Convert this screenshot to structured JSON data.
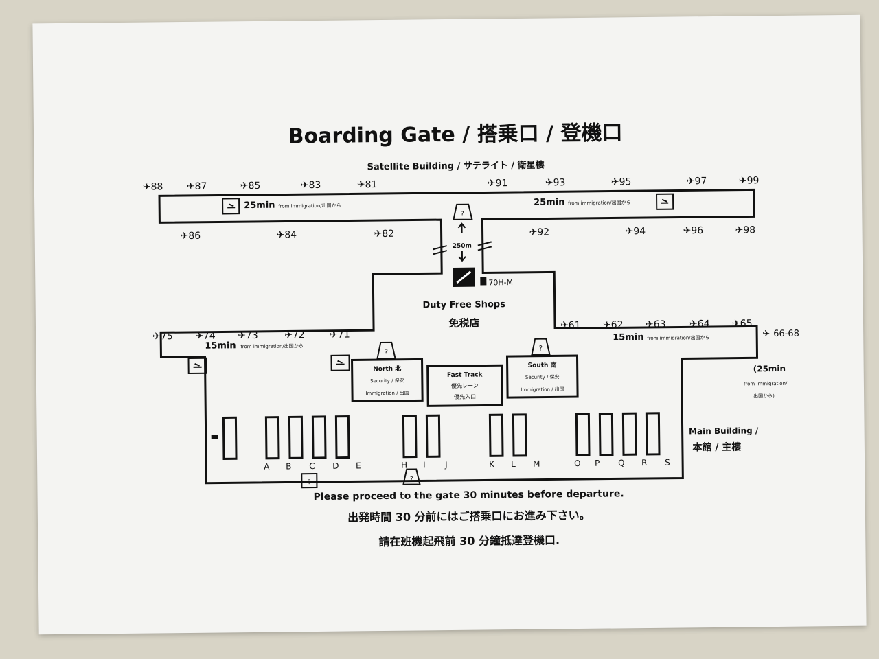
{
  "title": "Boarding Gate / 搭乗口 / 登機口",
  "satellite_label": "Satellite Building / サテライト / 衛星樓",
  "satellite_gates_top": [
    "88",
    "87",
    "85",
    "83",
    "81",
    "91",
    "93",
    "95",
    "97",
    "99"
  ],
  "satellite_gates_bottom": [
    "86",
    "84",
    "82",
    "92",
    "94",
    "96",
    "98"
  ],
  "satellite_time_left": "25min",
  "satellite_time_right": "25min",
  "from_immigration": "from immigration/出国から",
  "connector_distance": "250m",
  "train_label": "70H-M",
  "duty_free_en": "Duty Free Shops",
  "duty_free_ja": "免税店",
  "main_gates_left": [
    "75",
    "74",
    "73",
    "72",
    "71"
  ],
  "main_gates_right": [
    "61",
    "62",
    "63",
    "64",
    "65"
  ],
  "gates_far": "66-68",
  "main_time_left": "15min",
  "main_time_right": "15min",
  "far_time": "(25min",
  "far_from": "from immigration/",
  "far_from2": "出国から)",
  "north_title": "North 北",
  "north_line1": "Security / 保安",
  "north_line2": "Immigration / 出国",
  "fast_title": "Fast Track",
  "fast_line1": "優先レーン",
  "fast_line2": "優先入口",
  "south_title": "South 南",
  "south_line1": "Security / 保安",
  "south_line2": "Immigration / 出国",
  "counter_letters": [
    "A",
    "B",
    "C",
    "D",
    "E",
    "H",
    "I",
    "J",
    "K",
    "L",
    "M",
    "O",
    "P",
    "Q",
    "R",
    "S"
  ],
  "main_building_en": "Main Building /",
  "main_building_ja": "本館 / 主樓",
  "notice_en": "Please proceed to the gate 30 minutes before departure.",
  "notice_ja": "出発時間 30 分前にはご搭乗口にお進み下さい。",
  "notice_zh": "請在班機起飛前 30 分鐘抵達登機口.",
  "info_symbol": "?",
  "colors": {
    "paper": "#f4f4f2",
    "ink": "#111111",
    "background": "#d8d4c6"
  },
  "icons": [
    "airplane-icon",
    "info-icon",
    "elevator-icon",
    "train-icon",
    "lounge-icon"
  ]
}
